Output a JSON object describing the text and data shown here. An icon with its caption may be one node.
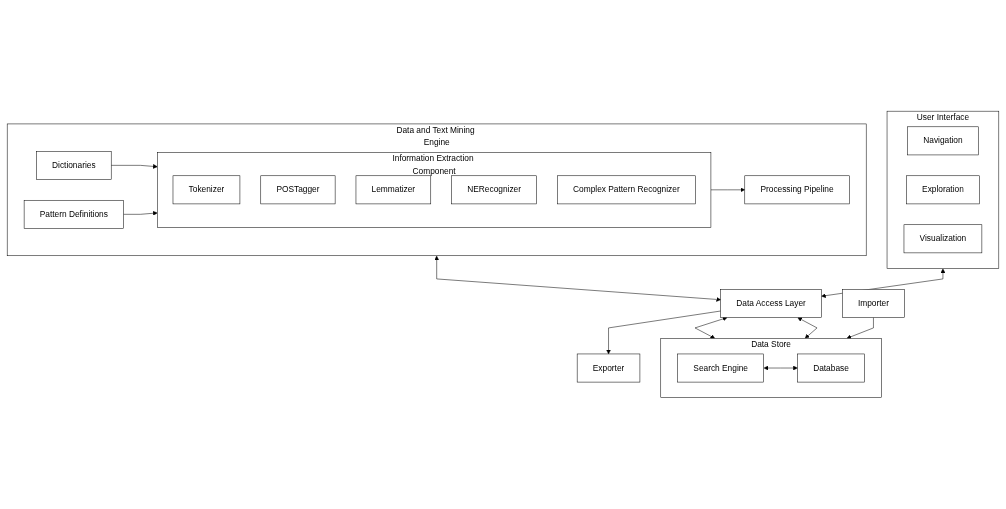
{
  "diagram": {
    "nodes": [
      {
        "text": [
          "User Interface"
        ]
      },
      {
        "text": [
          "Navigation"
        ],
        "in": 0
      },
      {
        "text": [
          "Exploration"
        ],
        "in": 0
      },
      {
        "text": [
          "Visualization"
        ],
        "in": 0
      },
      {
        "text": [
          "Data and Text Mining Engine"
        ]
      },
      {
        "text": [
          "Processing Pipeline"
        ],
        "in": 4
      },
      {
        "text": [
          "Dictionaries"
        ],
        "in": 4
      },
      {
        "text": [
          "Pattern Definitions"
        ],
        "in": 4
      },
      {
        "text": [
          "Information Extraction Component"
        ],
        "in": 4
      },
      {
        "text": [
          "Tokenizer"
        ],
        "in": 8
      },
      {
        "text": [
          "POSTagger"
        ],
        "in": 8
      },
      {
        "text": [
          "Lemmatizer"
        ],
        "in": 8
      },
      {
        "text": [
          "NERecognizer"
        ],
        "in": 8
      },
      {
        "text": [
          "Complex Pattern Recognizer"
        ],
        "in": 8
      },
      {
        "text": [
          "Importer"
        ]
      },
      {
        "text": [
          "Data Access Layer"
        ]
      },
      {
        "text": [
          "Exporter"
        ]
      },
      {
        "text": [
          "Data Store"
        ]
      },
      {
        "text": [
          "Search Engine"
        ],
        "in": 17
      },
      {
        "text": [
          "Database"
        ],
        "in": 17
      }
    ],
    "edges": [
      {
        "from": 8,
        "to": 5,
        "arrow": "to"
      },
      {
        "from": 6,
        "to": 8,
        "arrow": "to"
      },
      {
        "from": 7,
        "to": 8,
        "arrow": "to"
      },
      {
        "from": 0,
        "to": 15,
        "arrow": "both"
      },
      {
        "from": 4,
        "to": 15,
        "arrow": "both"
      },
      {
        "from": 15,
        "to": 16,
        "arrow": "to"
      },
      {
        "from": 14,
        "to": 17,
        "arrow": "to"
      },
      {
        "from": 15,
        "to": 17,
        "arrow": "both"
      },
      {
        "from": 15,
        "to": 17,
        "arrow": "both"
      },
      {
        "from": 18,
        "to": 19,
        "arrow": "both"
      }
    ]
  }
}
